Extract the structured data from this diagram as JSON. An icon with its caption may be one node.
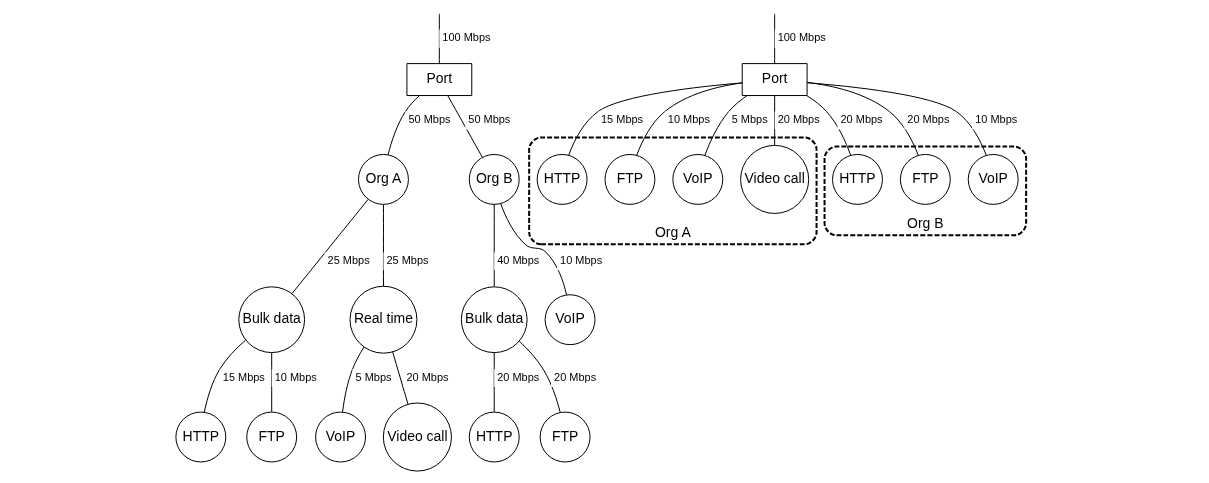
{
  "diagram": {
    "nodes": [
      {
        "text": [
          "Port"
        ]
      },
      {
        "text": [
          "Org A"
        ]
      },
      {
        "text": [
          "Org B"
        ]
      },
      {
        "text": [
          "Bulk data"
        ]
      },
      {
        "text": [
          "Real time"
        ]
      },
      {
        "text": [
          "Bulk data"
        ]
      },
      {
        "text": [
          "VoIP"
        ]
      },
      {
        "text": [
          "HTTP"
        ]
      },
      {
        "text": [
          "FTP"
        ]
      },
      {
        "text": [
          "VoIP"
        ]
      },
      {
        "text": [
          "Video call"
        ]
      },
      {
        "text": [
          "HTTP"
        ]
      },
      {
        "text": [
          "FTP"
        ]
      },
      {
        "text": [
          "Port"
        ]
      },
      {
        "text": [
          "Org A"
        ]
      },
      {
        "text": [
          "HTTP"
        ],
        "in": 14
      },
      {
        "text": [
          "FTP"
        ],
        "in": 14
      },
      {
        "text": [
          "VoIP"
        ],
        "in": 14
      },
      {
        "text": [
          "Video call"
        ],
        "in": 14
      },
      {
        "text": [
          "Org B"
        ]
      },
      {
        "text": [
          "HTTP"
        ],
        "in": 19
      },
      {
        "text": [
          "FTP"
        ],
        "in": 19
      },
      {
        "text": [
          "VoIP"
        ],
        "in": 19
      }
    ],
    "edges": [
      {
        "from": null,
        "to": 0,
        "arrow": "none",
        "label": "100 Mbps"
      },
      {
        "from": 0,
        "to": 1,
        "arrow": "none",
        "label": "50 Mbps"
      },
      {
        "from": 0,
        "to": 2,
        "arrow": "none",
        "label": "50 Mbps"
      },
      {
        "from": 1,
        "to": 3,
        "arrow": "none",
        "label": "25 Mbps"
      },
      {
        "from": 1,
        "to": 4,
        "arrow": "none",
        "label": "25 Mbps"
      },
      {
        "from": 2,
        "to": 5,
        "arrow": "none",
        "label": "40 Mbps"
      },
      {
        "from": 2,
        "to": 6,
        "arrow": "none",
        "label": "10 Mbps"
      },
      {
        "from": 3,
        "to": 7,
        "arrow": "none",
        "label": "15 Mbps"
      },
      {
        "from": 3,
        "to": 8,
        "arrow": "none",
        "label": "10 Mbps"
      },
      {
        "from": 4,
        "to": 9,
        "arrow": "none",
        "label": "5 Mbps"
      },
      {
        "from": 4,
        "to": 10,
        "arrow": "none",
        "label": "20 Mbps"
      },
      {
        "from": 5,
        "to": 11,
        "arrow": "none",
        "label": "20 Mbps"
      },
      {
        "from": 5,
        "to": 12,
        "arrow": "none",
        "label": "20 Mbps"
      },
      {
        "from": null,
        "to": 13,
        "arrow": "none",
        "label": "100 Mbps"
      },
      {
        "from": 13,
        "to": 15,
        "arrow": "none",
        "label": "15 Mbps"
      },
      {
        "from": 13,
        "to": 16,
        "arrow": "none",
        "label": "10 Mbps"
      },
      {
        "from": 13,
        "to": 17,
        "arrow": "none",
        "label": "5 Mbps"
      },
      {
        "from": 13,
        "to": 18,
        "arrow": "none",
        "label": "20 Mbps"
      },
      {
        "from": 13,
        "to": 20,
        "arrow": "none",
        "label": "20 Mbps"
      },
      {
        "from": 13,
        "to": 21,
        "arrow": "none",
        "label": "20 Mbps"
      },
      {
        "from": 13,
        "to": 22,
        "arrow": "none",
        "label": "10 Mbps"
      }
    ]
  }
}
